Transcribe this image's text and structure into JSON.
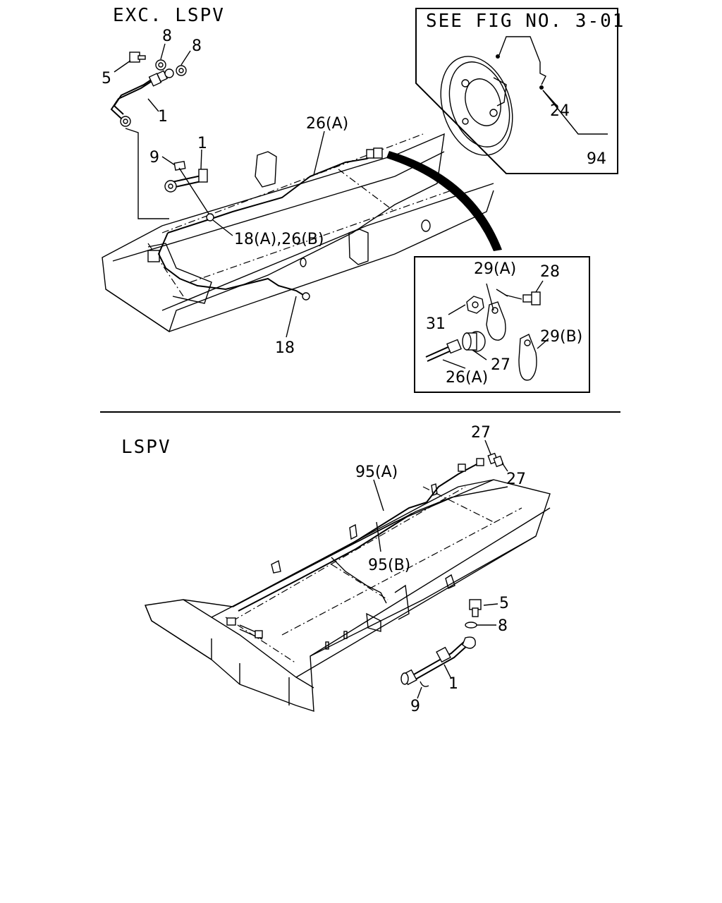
{
  "top_section": {
    "title": "EXC. LSPV",
    "inset_reference": "SEE FIG NO. 3-01",
    "labels": {
      "l5": "5",
      "l8a": "8",
      "l8b": "8",
      "l1a": "1",
      "l1b": "1",
      "l9": "9",
      "l26a": "26(A)",
      "l18a26b": "18(A),26(B)",
      "l18": "18",
      "l24": "24",
      "l94": "94",
      "l29a": "29(A)",
      "l28": "28",
      "l31": "31",
      "l29b": "29(B)",
      "l27": "27",
      "l26a_detail": "26(A)"
    }
  },
  "bottom_section": {
    "title": "LSPV",
    "labels": {
      "l27a": "27",
      "l27b": "27",
      "l95a": "95(A)",
      "l95b": "95(B)",
      "l5": "5",
      "l8": "8",
      "l1": "1",
      "l9": "9"
    }
  }
}
